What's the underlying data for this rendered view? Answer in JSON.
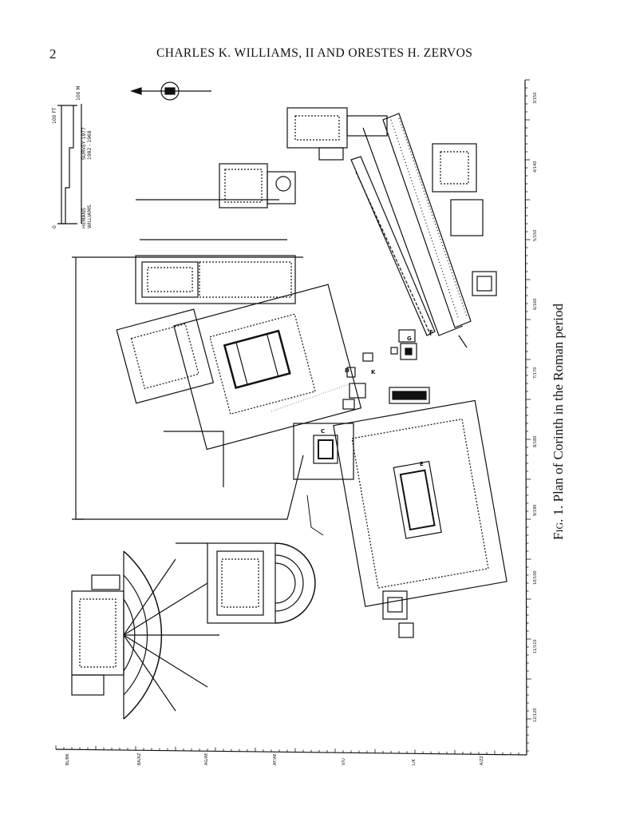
{
  "header": {
    "page_number": "2",
    "running_head": "CHARLES K. WILLIAMS, II AND ORESTES H. ZERVOS"
  },
  "figure": {
    "caption_prefix": "Fig.",
    "caption_text": " 1. Plan of Corinth in the Roman period",
    "scale_bar": {
      "feet_label": "100 FT",
      "meters_label": "100 M",
      "zero": "0",
      "credits": [
        "HEMANS",
        "WILLIAMS."
      ],
      "survey": [
        "SURVEY 1977",
        "1982 - 1968"
      ]
    },
    "building_labels": [
      "C",
      "D",
      "E",
      "F",
      "G",
      "K"
    ],
    "bottom_grid_labels": [
      "BL/BK",
      "BA/AZ",
      "AG/AE",
      "AF/AE",
      "V/U",
      "L/K",
      "A/ZZ"
    ],
    "right_grid_labels": [
      "3/150",
      "4/140",
      "5/150",
      "6/160",
      "7/170",
      "8/180",
      "9/190",
      "10/100",
      "11/110",
      "12/120"
    ],
    "colors": {
      "ink": "#111111",
      "paper": "#ffffff",
      "gray": "#9a9a9a"
    }
  }
}
